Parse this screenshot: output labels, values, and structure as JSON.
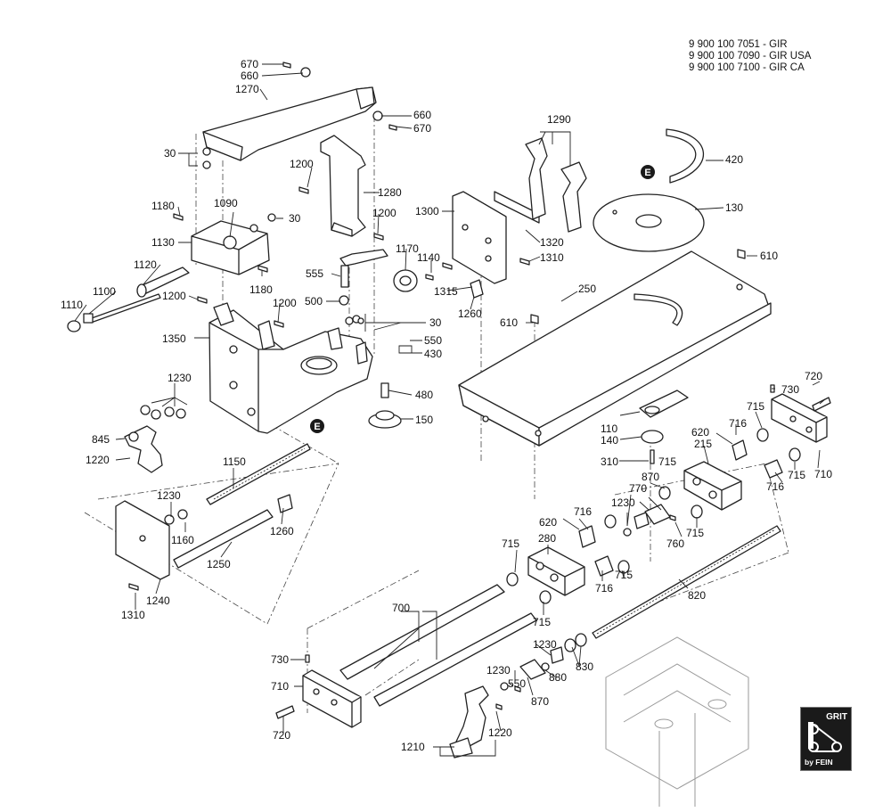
{
  "header": {
    "lines": [
      "9 900 100 7051 - GIR",
      "9 900 100 7090 - GIR USA",
      "9 900 100 7100 - GIR CA"
    ]
  },
  "markers": {
    "E": "E"
  },
  "logo": {
    "brand": "GRIT",
    "sub": "by FEIN"
  },
  "labels": {
    "l670a": "670",
    "l660a": "660",
    "l1270": "1270",
    "l660b": "660",
    "l670b": "670",
    "l30a": "30",
    "l1200a": "1200",
    "l1280": "1280",
    "l1180a": "1180",
    "l1090": "1090",
    "l30b": "30",
    "l1200b": "1200",
    "l1290": "1290",
    "l420": "420",
    "l130": "130",
    "l1300": "1300",
    "l1320": "1320",
    "l1310a": "1310",
    "l610a": "610",
    "l1130": "1130",
    "l1120": "1120",
    "l555": "555",
    "l1170": "1170",
    "l1140": "1140",
    "l1180b": "1180",
    "l1100": "1100",
    "l1200c": "1200",
    "l1200d": "1200",
    "l500": "500",
    "l1315": "1315",
    "l1260a": "1260",
    "l250": "250",
    "l1110": "1110",
    "l30c": "30",
    "l610b": "610",
    "l1350": "1350",
    "l550a": "550",
    "l430": "430",
    "l1230a": "1230",
    "l480": "480",
    "l720a": "720",
    "l730a": "730",
    "l845": "845",
    "l150": "150",
    "l110": "110",
    "l140": "140",
    "l620a": "620",
    "l716a": "716",
    "l715a": "715",
    "l215": "215",
    "l1220a": "1220",
    "l1150": "1150",
    "l310": "310",
    "l710a": "710",
    "l716b": "716",
    "l715b": "715",
    "l870a": "870",
    "l715c": "715",
    "l770": "770",
    "l1230b": "1230",
    "l716c": "716",
    "l1230c": "1230",
    "l620b": "620",
    "l760": "760",
    "l715d": "715",
    "l1160": "1160",
    "l1260b": "1260",
    "l280": "280",
    "l715e": "715",
    "l1250": "1250",
    "l715f": "715",
    "l716d": "716",
    "l715g": "715",
    "l820": "820",
    "l1310b": "1310",
    "l1240": "1240",
    "l700": "700",
    "l715h": "715",
    "l730b": "730",
    "l1230d": "1230",
    "l880": "880",
    "l830": "830",
    "l710b": "710",
    "l1230e": "1230",
    "l550b": "550",
    "l870b": "870",
    "l720b": "720",
    "l1220b": "1220",
    "l1210": "1210"
  },
  "colors": {
    "line": "#222222",
    "marker": "#1a1a1a",
    "logo_bg": "#1a1a1a",
    "ghost": "#9a9a9a"
  }
}
